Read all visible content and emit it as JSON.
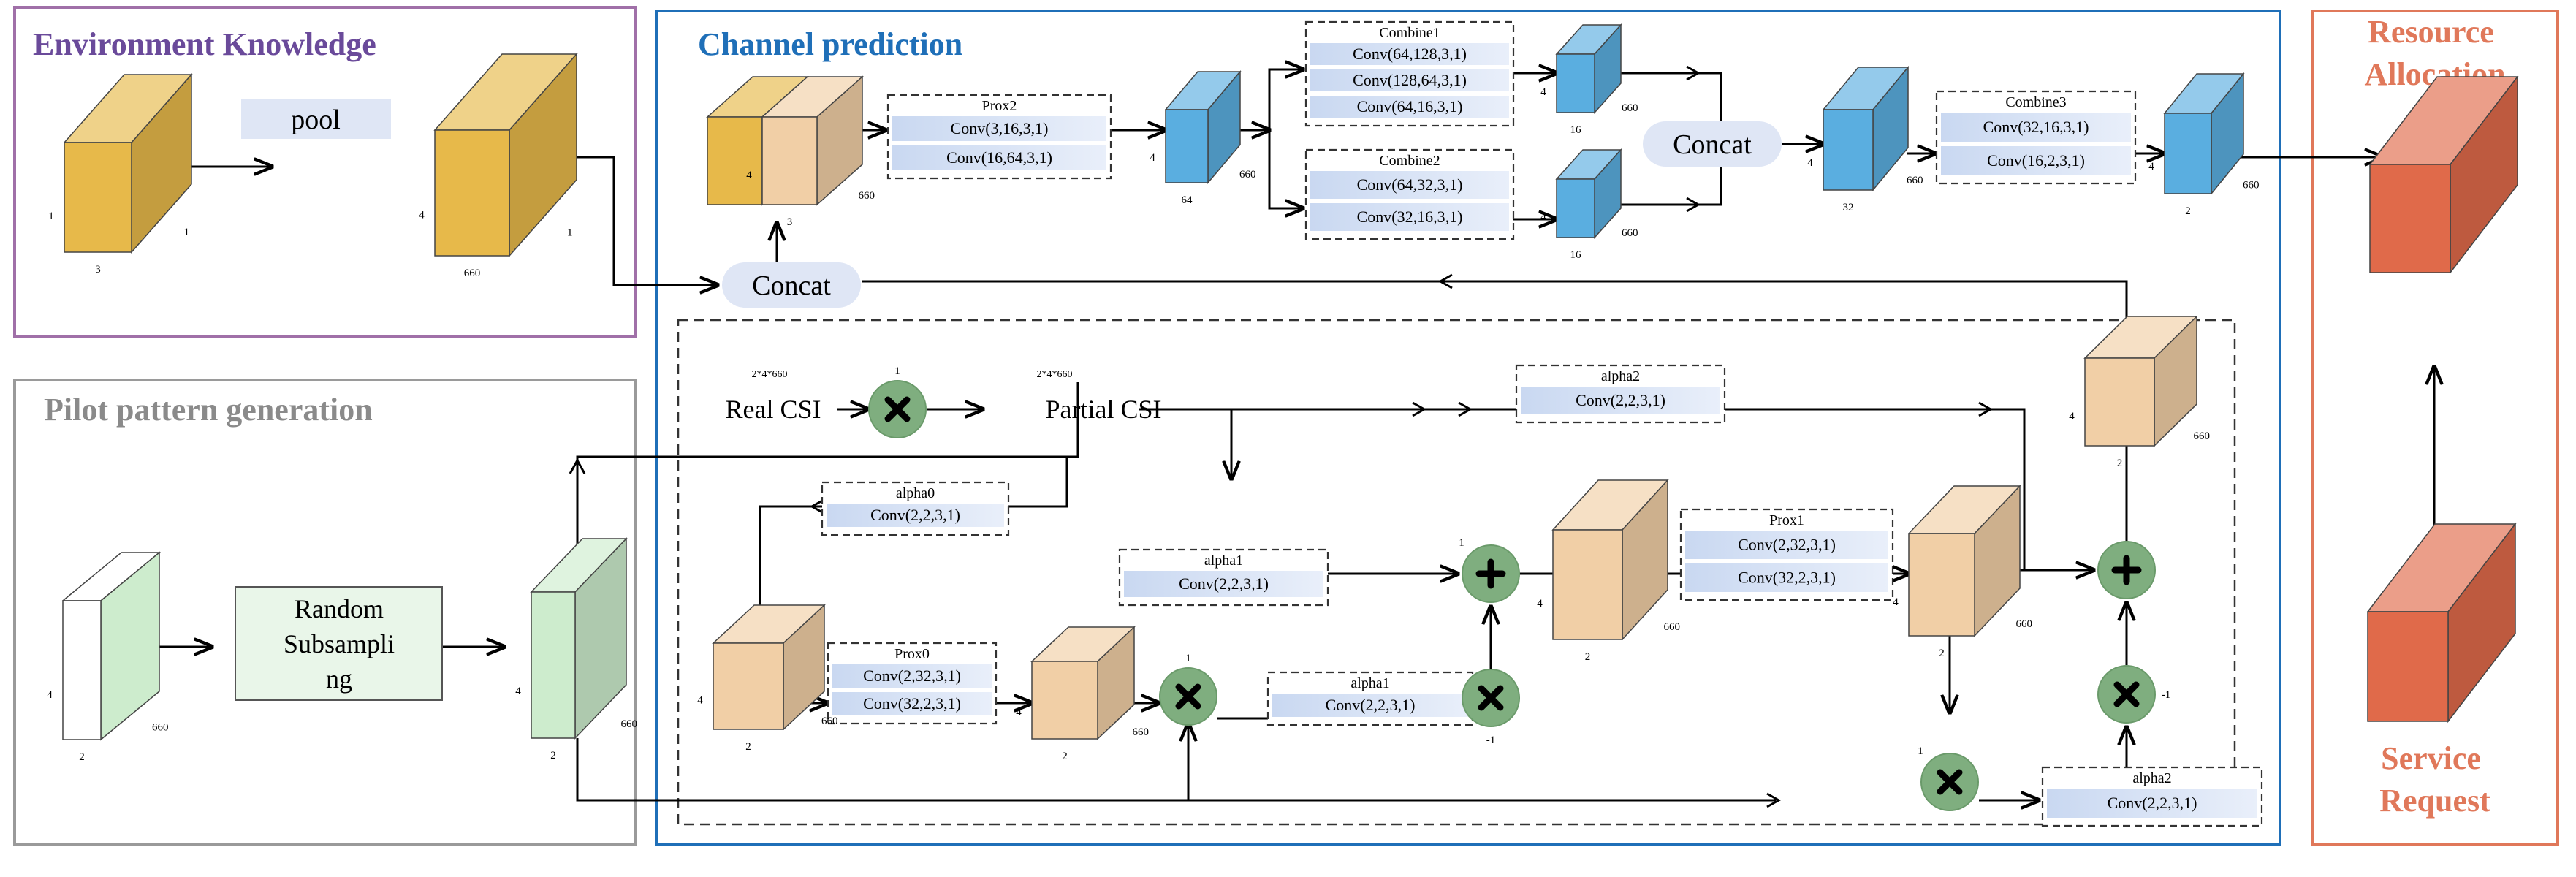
{
  "sections": {
    "env": "Environment Knowledge",
    "channel": "Channel prediction",
    "pilot": "Pilot pattern generation",
    "resource": "Resource Allocation",
    "service": "Service Request"
  },
  "env": {
    "pool": "pool",
    "cube1_dims": [
      "1",
      "3",
      "1"
    ],
    "cube2_dims": [
      "4",
      "660",
      "1"
    ]
  },
  "pilot": {
    "random_subsampling": "Random Subsampling",
    "cube1_dims": [
      "4",
      "2",
      "660"
    ],
    "cube2_dims": [
      "4",
      "2",
      "660"
    ]
  },
  "top": {
    "concat_main": "Concat",
    "concat_top": "Concat",
    "input_cube_dims": [
      "4",
      "3",
      "660"
    ],
    "prox2": {
      "title": "Prox2",
      "layers": [
        "Conv(3,16,3,1)",
        "Conv(16,64,3,1)"
      ]
    },
    "cube64_dims": [
      "4",
      "64",
      "660"
    ],
    "combine1": {
      "title": "Combine1",
      "layers": [
        "Conv(64,128,3,1)",
        "Conv(128,64,3,1)",
        "Conv(64,16,3,1)"
      ]
    },
    "combine2": {
      "title": "Combine2",
      "layers": [
        "Conv(64,32,3,1)",
        "Conv(32,16,3,1)"
      ]
    },
    "cube16a_dims": [
      "4",
      "16",
      "660"
    ],
    "cube16b_dims": [
      "4",
      "16",
      "660"
    ],
    "cube32_dims": [
      "4",
      "32",
      "660"
    ],
    "combine3": {
      "title": "Combine3",
      "layers": [
        "Conv(32,16,3,1)",
        "Conv(16,2,3,1)"
      ]
    },
    "cube2_dims": [
      "4",
      "2",
      "660"
    ]
  },
  "unrolled": {
    "real_csi": "Real CSI",
    "partial_csi": "Partial CSI",
    "dim_real": "2*4*660",
    "dim_partial": "2*4*660",
    "mult_top_label": "1",
    "alpha0": {
      "title": "alpha0",
      "layer": "Conv(2,2,3,1)"
    },
    "alpha1a": {
      "title": "alpha1",
      "layer": "Conv(2,2,3,1)"
    },
    "alpha1b": {
      "title": "alpha1",
      "layer": "Conv(2,2,3,1)"
    },
    "alpha2a": {
      "title": "alpha2",
      "layer": "Conv(2,2,3,1)"
    },
    "alpha2b": {
      "title": "alpha2",
      "layer": "Conv(2,2,3,1)"
    },
    "prox0": {
      "title": "Prox0",
      "layers": [
        "Conv(2,32,3,1)",
        "Conv(32,2,3,1)"
      ]
    },
    "prox1": {
      "title": "Prox1",
      "layers": [
        "Conv(2,32,3,1)",
        "Conv(32,2,3,1)"
      ]
    },
    "mult_mid_label": "1",
    "mult_neg_label": "-1",
    "mult_bottom_label": "1",
    "mult_right_neg_label": "-1",
    "plus_mid_label": "1",
    "cubeA_dims": [
      "4",
      "2",
      "660"
    ],
    "cubeB_dims": [
      "4",
      "2",
      "660"
    ],
    "cubeC_dims": [
      "4",
      "2",
      "660"
    ],
    "cubeD_dims": [
      "4",
      "2",
      "660"
    ],
    "cubeE_dims": [
      "4",
      "2",
      "660"
    ]
  },
  "colors": {
    "env_border": "#a070a8",
    "env_title": "#6a4a9a",
    "channel_border": "#1f6fb8",
    "channel_title": "#1f6fb8",
    "pilot_border": "#9a9a9a",
    "pilot_title": "#8a8a8a",
    "resource_border": "#e0785a",
    "resource_title": "#e0785a",
    "cube_gold": "#e7b94a",
    "cube_peach": "#f1cfa6",
    "cube_blue": "#5aaee0",
    "cube_green": "#cdeccd",
    "cube_red": "#e06a4a",
    "op_circle": "#7fae7f",
    "concat_fill": "#dfe6f5"
  }
}
